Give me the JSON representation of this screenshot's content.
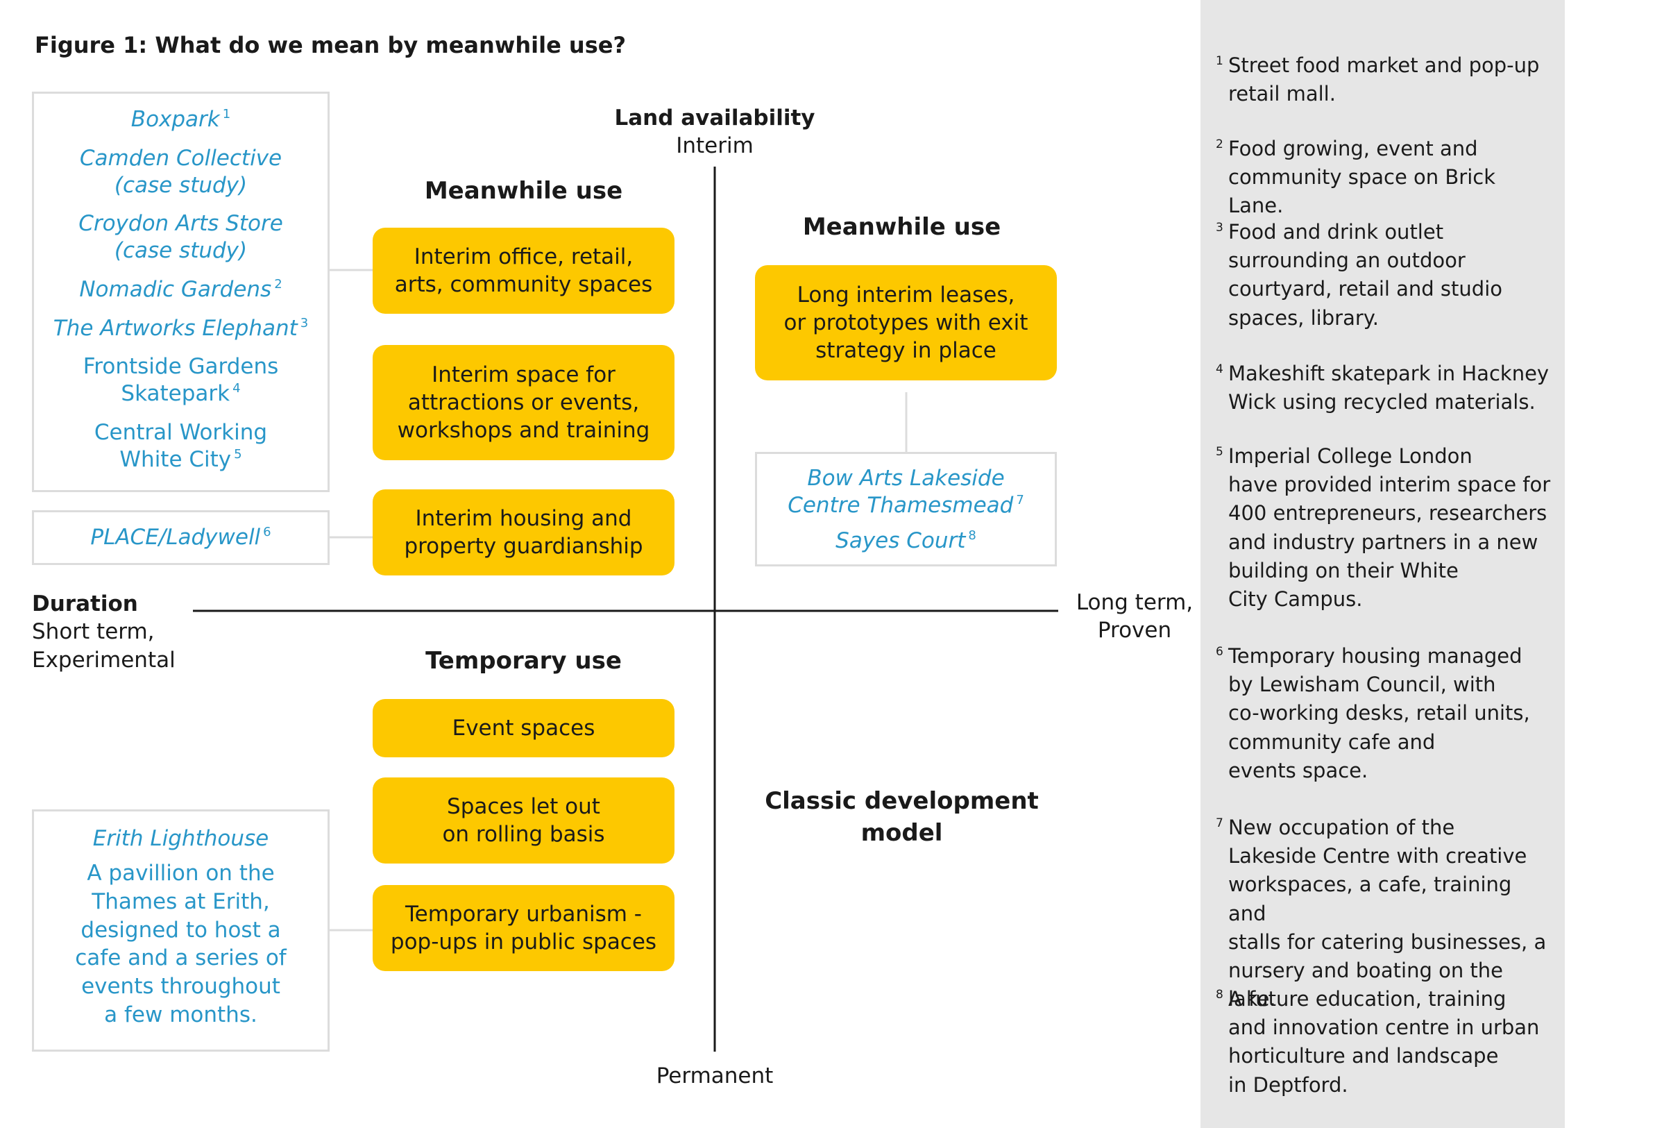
{
  "title": "Figure 1: What do we mean by meanwhile use?",
  "axes": {
    "y_title": "Land availability",
    "y_top": "Interim",
    "y_bottom": "Permanent",
    "x_title": "Duration",
    "x_left_line1": "Short term,",
    "x_left_line2": "Experimental",
    "x_right_line1": "Long term,",
    "x_right_line2": "Proven"
  },
  "quadrants": {
    "top_left": "Meanwhile use",
    "top_right": "Meanwhile use",
    "bottom_left": "Temporary use",
    "bottom_right": "Classic development\nmodel"
  },
  "boxes": {
    "office": "Interim office, retail,\narts, community spaces",
    "attractions": "Interim space for\nattractions or events,\nworkshops and training",
    "housing": "Interim housing and\nproperty guardianship",
    "long_leases": "Long interim leases,\nor prototypes with exit\nstrategy in place",
    "event_spaces": "Event spaces",
    "rolling": "Spaces let out\non rolling basis",
    "urbanism": "Temporary urbanism -\npop-ups in public spaces"
  },
  "examples": {
    "boxpark": "Boxpark",
    "boxpark_ref": "1",
    "camden": "Camden Collective\n(case study)",
    "croydon": "Croydon Arts Store\n(case study)",
    "nomadic": "Nomadic Gardens",
    "nomadic_ref": "2",
    "artworks": "The Artworks Elephant",
    "artworks_ref": "3",
    "frontside": "Frontside Gardens\nSkatepark",
    "frontside_ref": "4",
    "central_working": "Central Working\nWhite City",
    "central_working_ref": "5",
    "place": "PLACE/Ladywell",
    "place_ref": "6",
    "bow_arts": "Bow Arts Lakeside\nCentre Thamesmead",
    "bow_arts_ref": "7",
    "sayes": "Sayes Court",
    "sayes_ref": "8",
    "erith_title": "Erith Lighthouse",
    "erith_desc": "A pavillion on the\nThames at Erith,\ndesigned to host a\ncafe and a series of\nevents throughout\na few months."
  },
  "notes": [
    {
      "num": "1",
      "text": "Street food market and pop-up\nretail mall."
    },
    {
      "num": "2",
      "text": "Food growing, event and\ncommunity space on Brick Lane."
    },
    {
      "num": "3",
      "text": "Food and drink outlet\nsurrounding an outdoor\ncourtyard, retail and studio\nspaces, library."
    },
    {
      "num": "4",
      "text": "Makeshift skatepark in Hackney\nWick using recycled materials."
    },
    {
      "num": "5",
      "text": "Imperial College London\nhave provided interim space for\n400 entrepreneurs, researchers\nand industry partners in a new\nbuilding on their White\nCity Campus."
    },
    {
      "num": "6",
      "text": "Temporary housing managed\nby Lewisham Council, with\nco-working desks, retail units,\ncommunity cafe and\nevents space."
    },
    {
      "num": "7",
      "text": "New occupation of the\nLakeside Centre with creative\nworkspaces, a cafe, training and\nstalls for catering businesses, a\nnursery and boating on the lake."
    },
    {
      "num": "8",
      "text": "A future education, training\nand innovation centre in urban\nhorticulture and landscape\nin Deptford."
    }
  ],
  "colors": {
    "box_fill": "#fdc800",
    "example_text": "#2896c8",
    "outline_border": "#dcdcdc",
    "sidebar_bg": "#e6e6e6"
  }
}
